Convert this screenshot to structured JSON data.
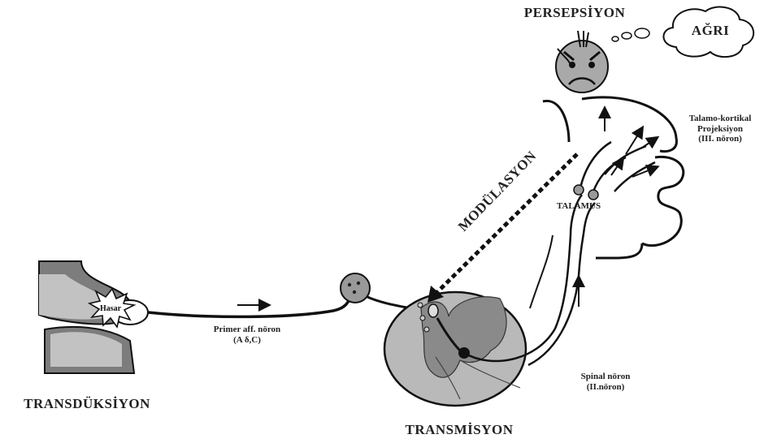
{
  "labels": {
    "perception": "PERSEPSİYON",
    "pain": "AĞRI",
    "thalamocortical_line1": "Talamo-kortikal",
    "thalamocortical_line2": "Projeksiyon",
    "thalamocortical_line3": "(III. nöron)",
    "modulation": "MODÜLASYON",
    "thalamus": "TALAMUS",
    "damage": "Hasar",
    "primary_neuron_line1": "Primer aff. nöron",
    "primary_neuron_line2": "(A δ,C)",
    "spinal_neuron_line1": "Spinal nöron",
    "spinal_neuron_line2": "(II.nöron)",
    "transduction": "TRANSDÜKSİYON",
    "transmission": "TRANSMİSYON"
  },
  "colors": {
    "line": "#111111",
    "tissue_dark": "#7d7d7d",
    "tissue_light": "#c2c2c2",
    "cord_fill": "#b9b9b9",
    "cord_grey_matter": "#8a8a8a",
    "neuron_body": "#999999",
    "face": "#a9a9a9",
    "thalamus_dot": "#9a9a9a"
  },
  "icons": {
    "head": "angry-face-icon",
    "thought": "thought-cloud-icon",
    "injury": "starburst-icon"
  }
}
